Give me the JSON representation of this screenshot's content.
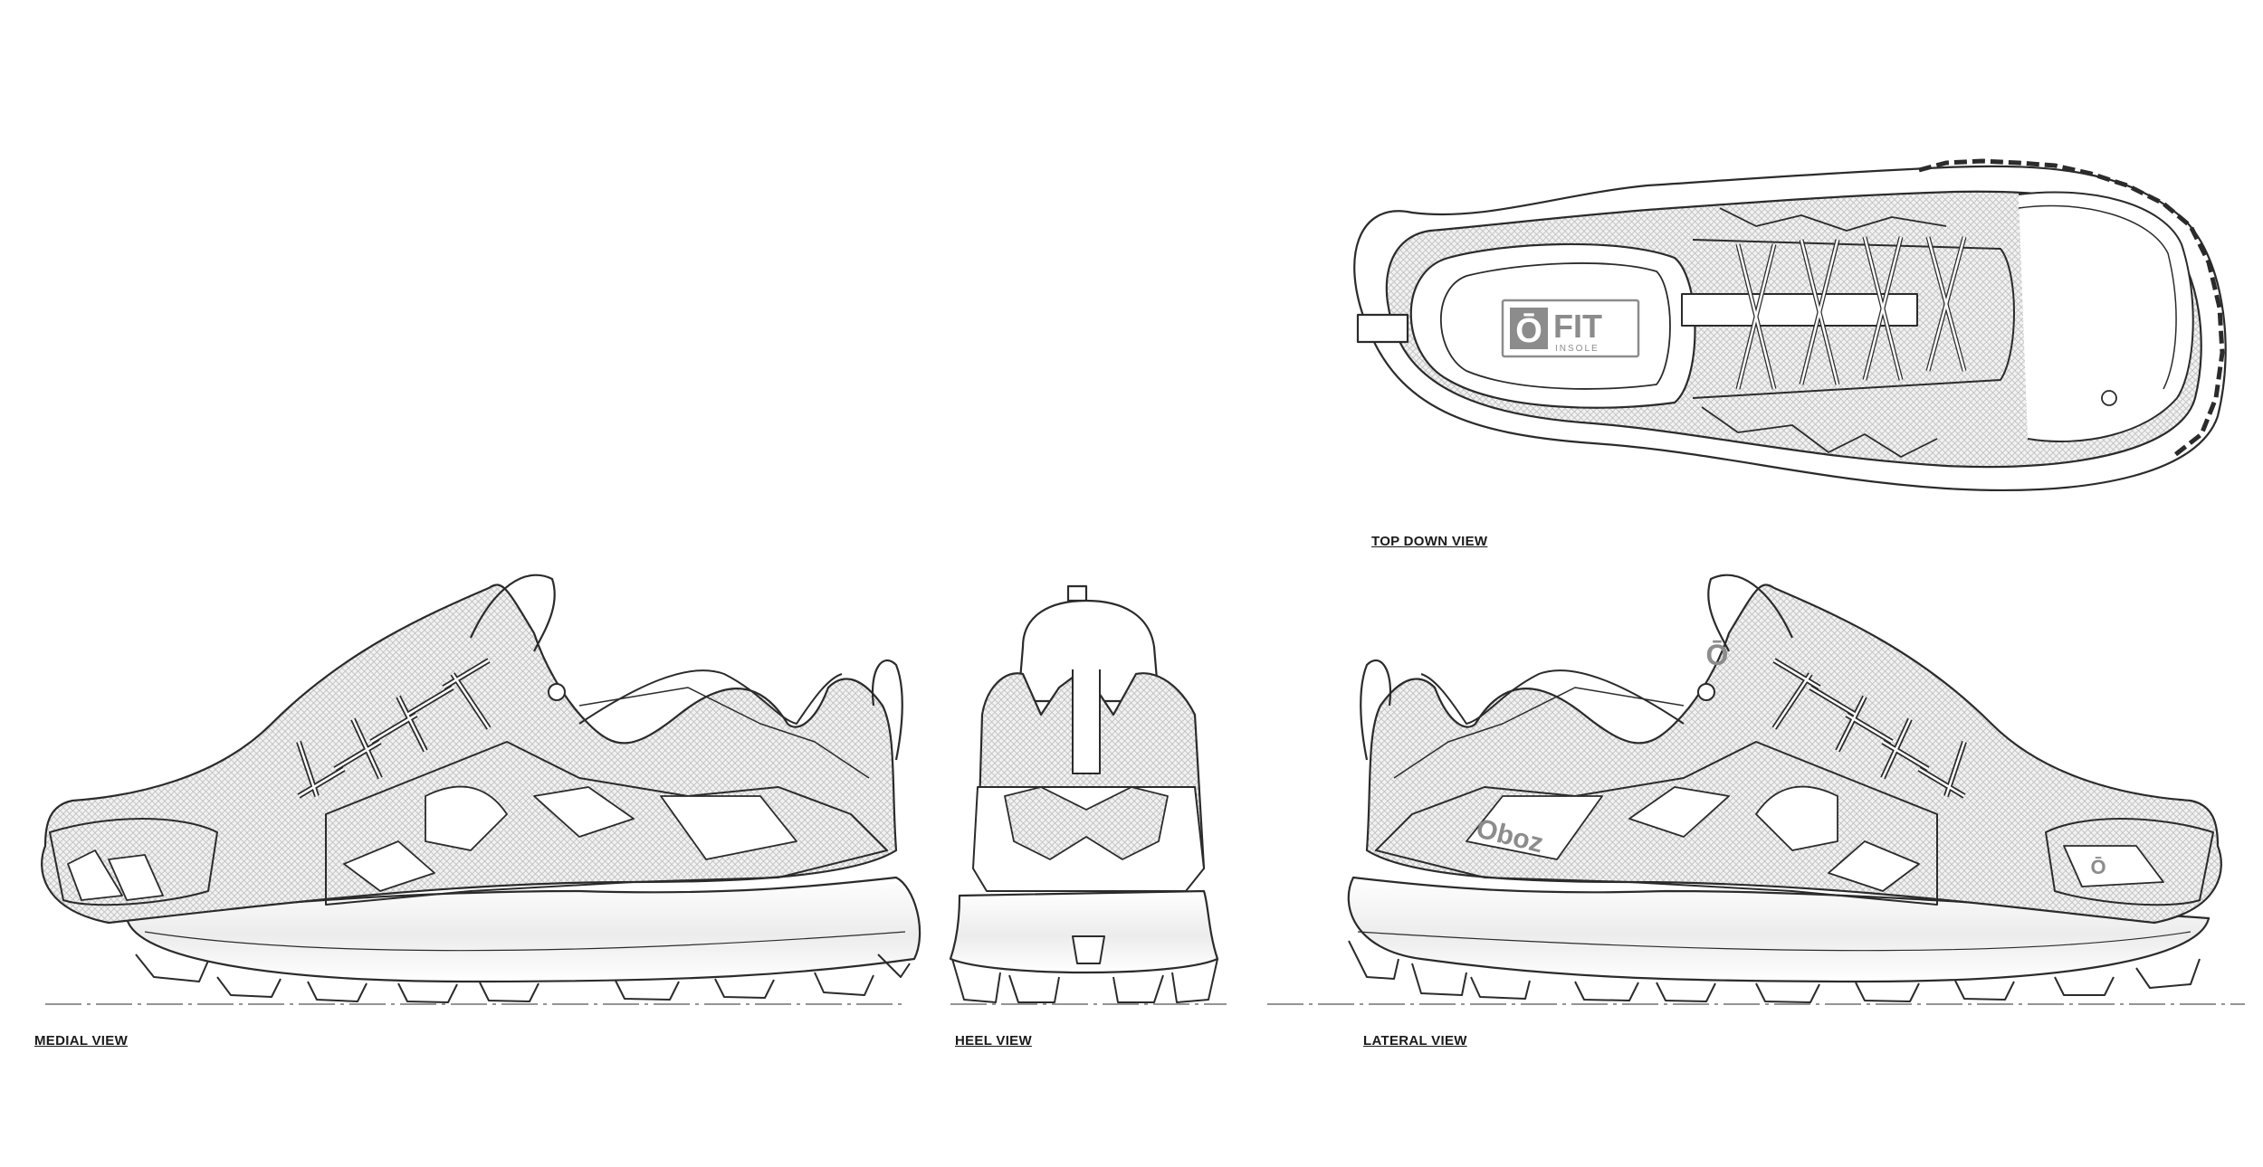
{
  "views": {
    "medial": "MEDIAL VIEW",
    "heel": "HEEL VIEW",
    "lateral": "LATERAL VIEW",
    "top": "TOP DOWN VIEW"
  },
  "insole_logo": {
    "mark": "Ō",
    "word": "FIT",
    "sub": "INSOLE"
  },
  "brand": {
    "logo_text": "Oboz"
  },
  "colors": {
    "line": "#2b2b2b",
    "mesh_fill": "#e9e9e9",
    "logo_gray": "#8c8c8c"
  }
}
